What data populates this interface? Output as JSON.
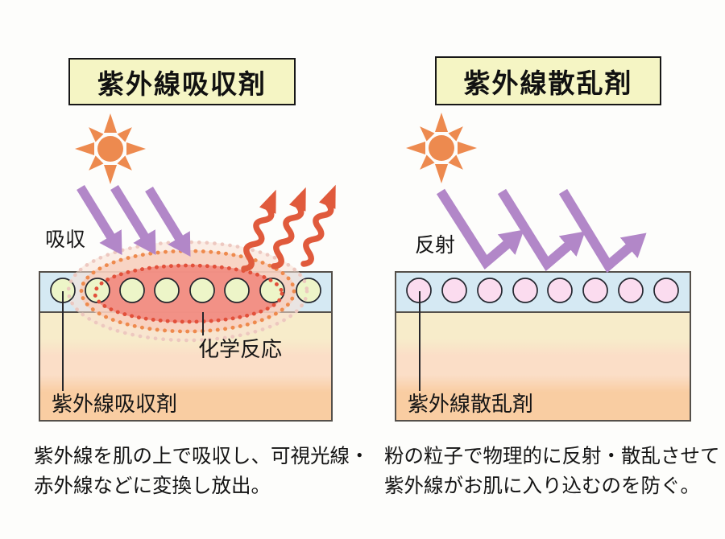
{
  "left_panel": {
    "title": "紫外線吸収剤",
    "absorb_label": "吸収",
    "reaction_label": "化学反応",
    "particle_label": "紫外線吸収剤",
    "caption_line1": "紫外線を肌の上で吸収し、可視光線・",
    "caption_line2": "赤外線などに変換し放出。",
    "particle_count": 8
  },
  "right_panel": {
    "title": "紫外線散乱剤",
    "reflect_label": "反射",
    "particle_label": "紫外線散乱剤",
    "caption_line1": "粉の粒子で物理的に反射・散乱させて",
    "caption_line2": "紫外線がお肌に入り込むのを防ぐ。",
    "particle_count": 8
  },
  "colors": {
    "title_box_bg": "#f5f5c4",
    "sun_orange": "#ed8a4f",
    "uv_arrow_purple": "#b287c8",
    "heat_arrow_orange": "#e05a3c",
    "skin_surface_blue": "#d5e9f3",
    "absorber_particle": "#edf5c8",
    "scatter_particle": "#fbdcef",
    "reaction_inner": "#ef8e85",
    "reaction_outer": "#f7cdbb",
    "reaction_dot_red": "#e2503a",
    "reaction_dot_orange": "#ee8a4d",
    "skin_top": "#f7ecca",
    "skin_mid": "#fbdec7",
    "skin_bottom": "#f9cda2"
  }
}
